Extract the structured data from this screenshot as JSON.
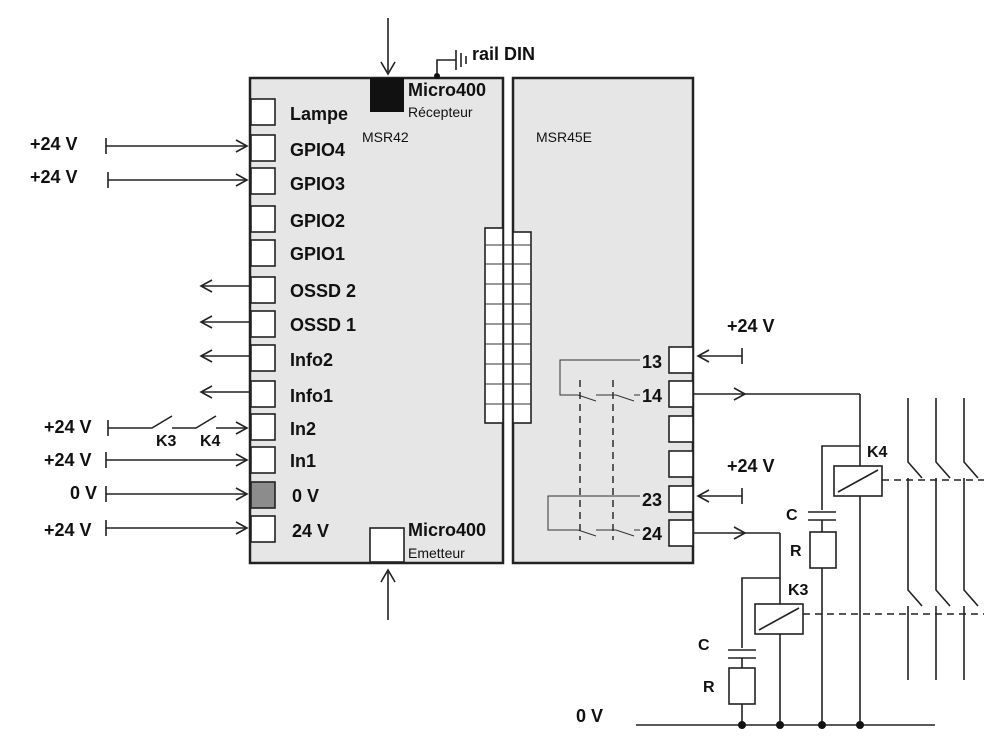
{
  "labels": {
    "rail": "rail DIN",
    "micro400_top": "Micro400",
    "recepteur": "Récepteur",
    "msr42": "MSR42",
    "msr45e": "MSR45E",
    "micro400_bottom": "Micro400",
    "emetteur": "Emetteur",
    "plus24": "+24 V",
    "zero_v": "0 V",
    "k3": "K3",
    "k4": "K4",
    "c": "C",
    "r": "R"
  },
  "msr42_terminals": [
    "Lampe",
    "GPIO4",
    "GPIO3",
    "GPIO2",
    "GPIO1",
    "OSSD 2",
    "OSSD 1",
    "Info2",
    "Info1",
    "In2",
    "In1",
    "0 V",
    "24 V"
  ],
  "msr45e_terminals": [
    "13",
    "14",
    "23",
    "24"
  ]
}
